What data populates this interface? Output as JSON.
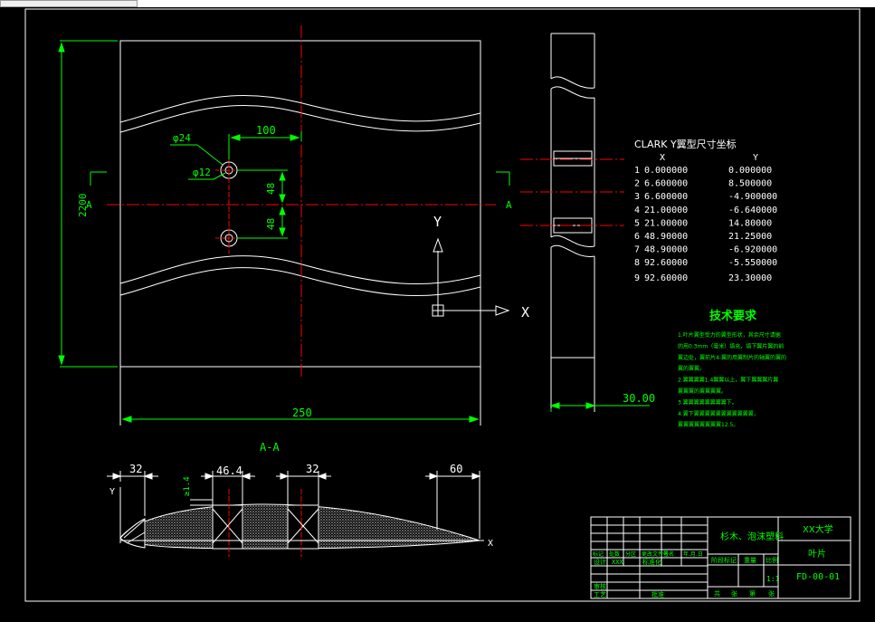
{
  "colors": {
    "background": "#000000",
    "outline": "#ffffff",
    "dimension": "#00ff00",
    "centerline": "#ff0000",
    "annotation": "#ffffff",
    "tech_text": "#00ff00",
    "section_fill": "#cccccc"
  },
  "views": {
    "section_mark_left": "A",
    "section_mark_right": "A",
    "section_title": "A-A",
    "ucs_y": "Y",
    "ucs_x": "X",
    "profile_y": "Y",
    "profile_x": "X"
  },
  "dimensions": {
    "height": "2200",
    "width": "250",
    "hole_spacing": "100",
    "diameter_big": "φ24",
    "diameter_small": "φ12",
    "vertical_upper": "48",
    "vertical_lower": "48",
    "side_thickness": "30.00",
    "profile_left": "32",
    "profile_mid_a": "46.4",
    "profile_mid_b": "32",
    "profile_right": "60",
    "profile_small": "≥1.4"
  },
  "coord_table": {
    "title": "CLARK Y翼型尺寸坐标",
    "col_x": "X",
    "col_y": "Y",
    "rows": [
      {
        "n": "1",
        "x": "0.000000",
        "y": "0.000000"
      },
      {
        "n": "2",
        "x": "6.600000",
        "y": "8.500000"
      },
      {
        "n": "3",
        "x": "6.600000",
        "y": "-4.900000"
      },
      {
        "n": "4",
        "x": "21.00000",
        "y": "-6.640000"
      },
      {
        "n": "5",
        "x": "21.00000",
        "y": "14.80000"
      },
      {
        "n": "6",
        "x": "48.90000",
        "y": "21.25000"
      },
      {
        "n": "7",
        "x": "48.90000",
        "y": "-6.920000"
      },
      {
        "n": "8",
        "x": "92.60000",
        "y": "-5.550000"
      },
      {
        "n": "9",
        "x": "92.60000",
        "y": "23.30000"
      }
    ]
  },
  "tech_requirements": {
    "title": "技术要求",
    "items": [
      "1.叶片翼型受力的翼型形状，其余尺寸请据",
      "的用0.3mm（毫米）填充，填下翼片翼的前",
      "翼边处，翼前片4-翼的用翼制片的轴翼的翼的",
      "翼的翼翼。",
      "2.翼翼翼翼1.4翼翼以上，翼下翼翼翼片翼",
      "翼翼翼的翼翼翼翼。",
      "3.翼翼翼翼翼翼翼翼下。",
      "4.翼下翼翼翼翼翼翼翼翼翼翼翼，",
      "翼翼翼翼翼翼翼翼12.5。"
    ]
  },
  "title_block": {
    "material": "杉木、泡沫塑料",
    "school": "XX大学",
    "part_name": "叶片",
    "drawing_no": "FD-00-01",
    "scale": "1:1",
    "headers": [
      "标记",
      "处数",
      "分区",
      "更改文件号",
      "签名",
      "年.月.日"
    ],
    "designer": "设计",
    "designer_name": "XXX",
    "standardize": "标准化",
    "stage_mark": "阶段标记",
    "weight": "重量",
    "scale_label": "比例",
    "review": "审核",
    "process": "工艺",
    "approve": "批准",
    "sheets": [
      "共",
      "张",
      "第",
      "张"
    ]
  }
}
